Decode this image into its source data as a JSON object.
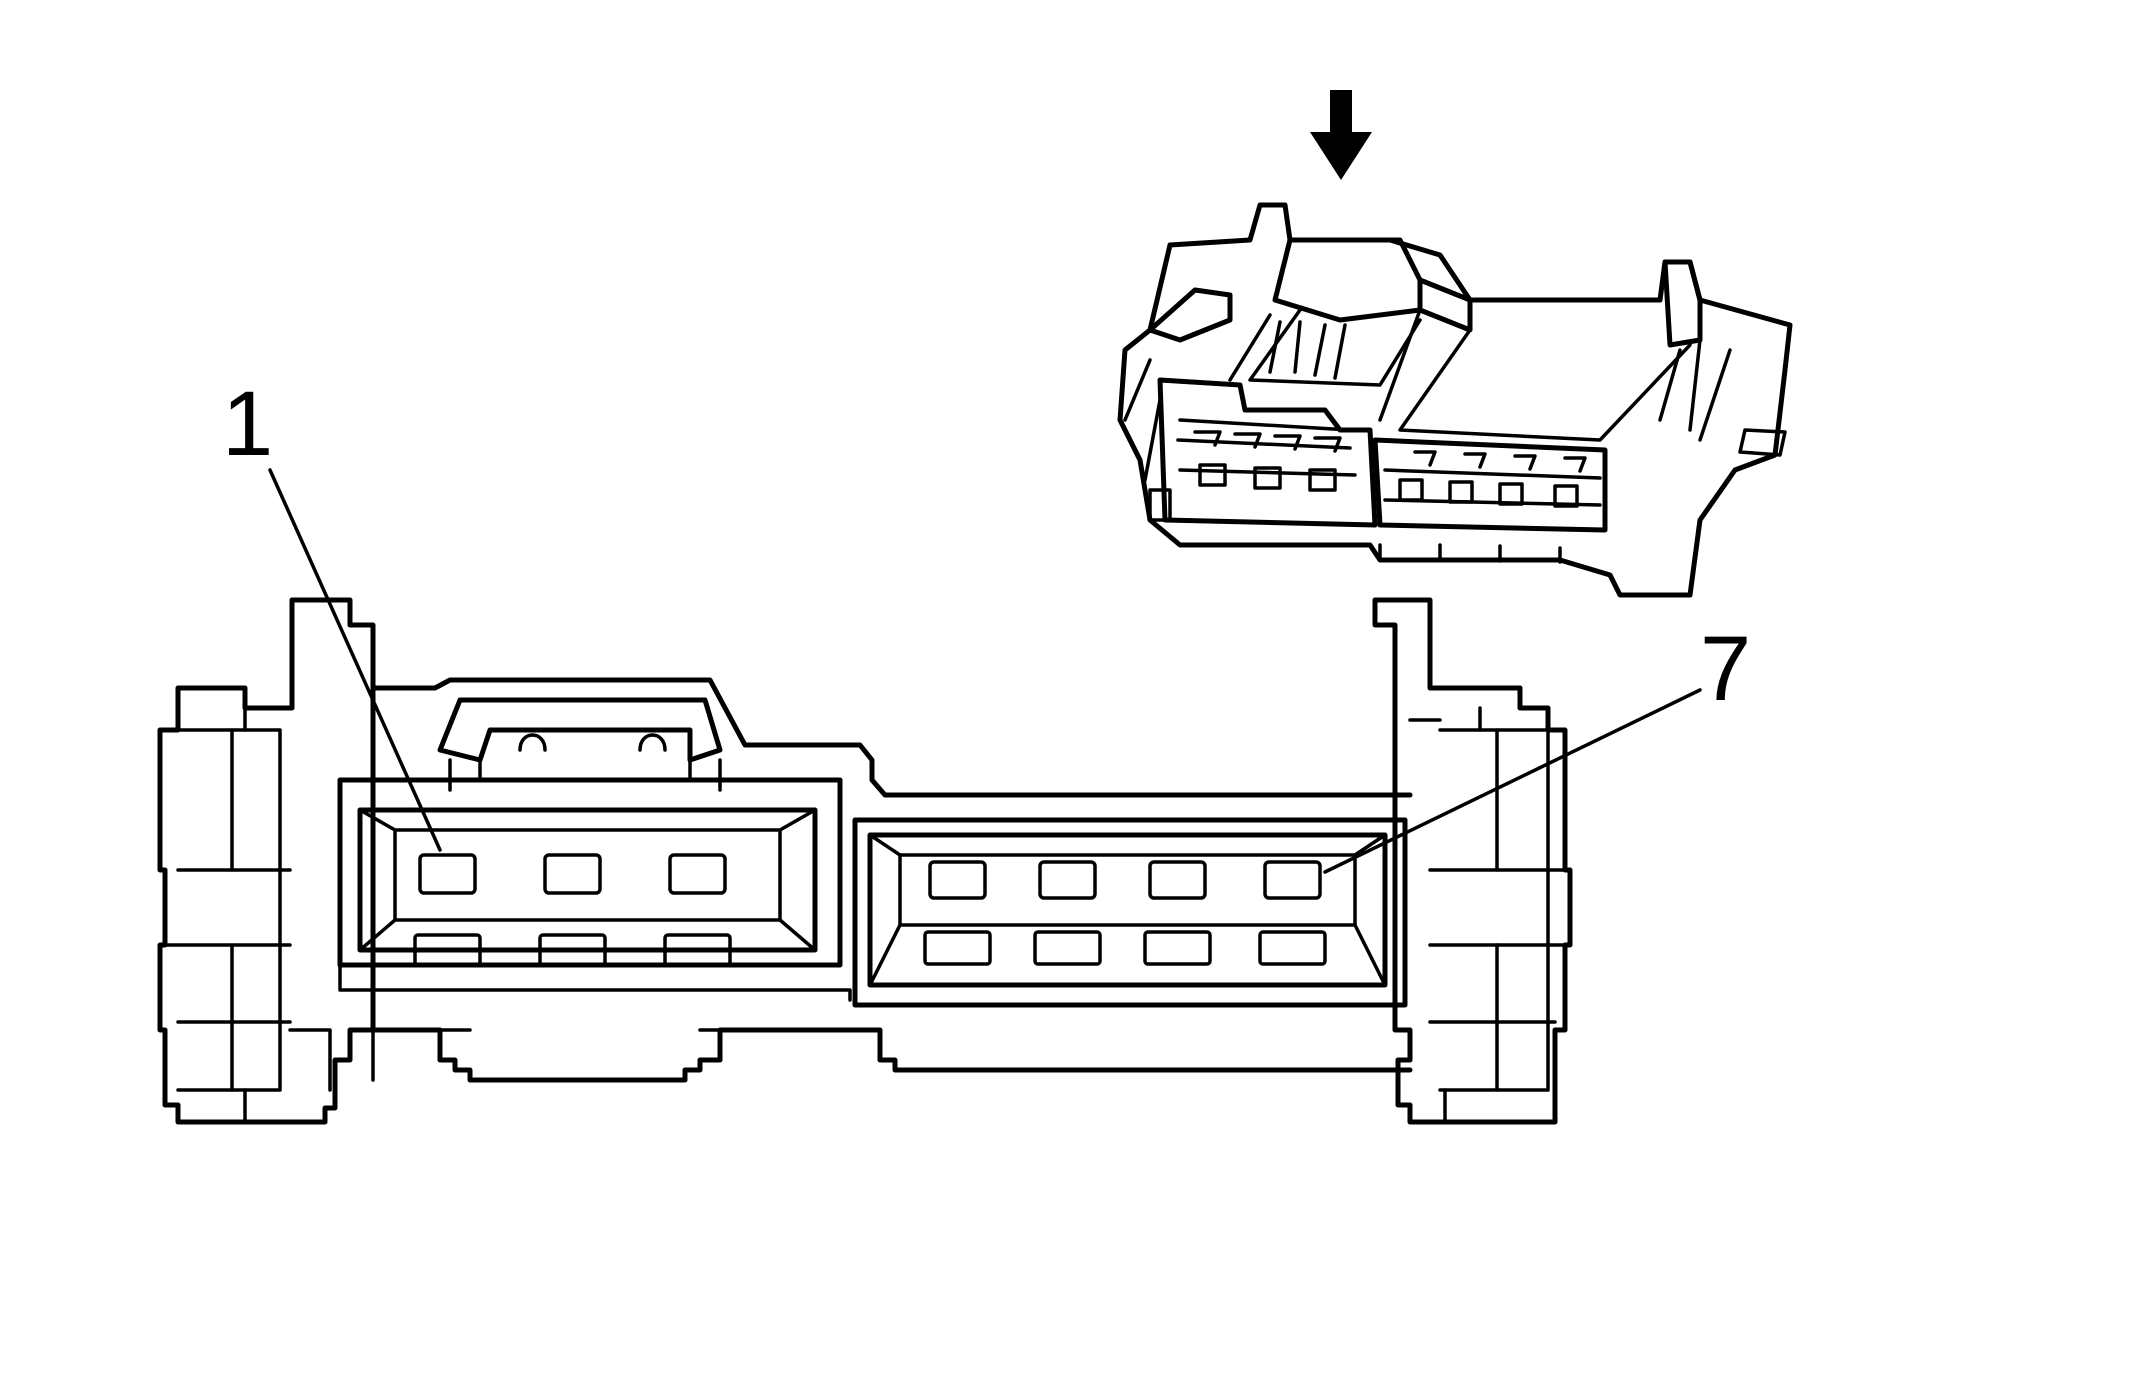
{
  "callouts": [
    {
      "id": "pin-1",
      "label": "1"
    },
    {
      "id": "pin-7",
      "label": "7"
    }
  ],
  "icons": [
    "down-arrow-icon"
  ],
  "colors": {
    "line": "#000000",
    "background": "#ffffff"
  }
}
